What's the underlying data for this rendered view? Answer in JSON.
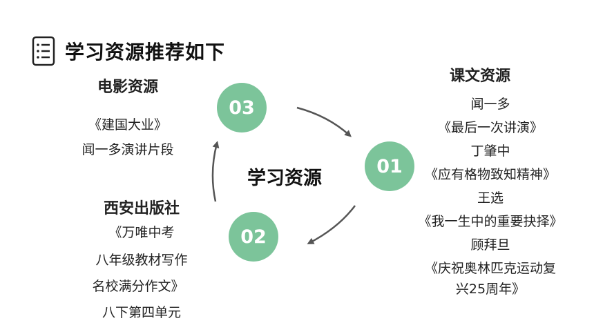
{
  "page": {
    "title": "学习资源推荐如下",
    "center_label": "学习资源",
    "accent_color": "#7cc49a"
  },
  "icons": {
    "title_icon": "list-document-icon"
  },
  "steps": [
    "01",
    "02",
    "03"
  ],
  "film": {
    "heading": "电影资源",
    "lines": [
      "《建国大业》",
      "闻一多演讲片段"
    ]
  },
  "publisher": {
    "heading": "西安出版社",
    "lines": [
      "《万唯中考",
      "八年级教材写作",
      "名校满分作文》",
      "八下第四单元"
    ]
  },
  "textbook": {
    "heading": "课文资源",
    "lines": [
      "闻一多",
      "《最后一次讲演》",
      "丁肇中",
      "《应有格物致知精神》",
      "王选",
      "《我一生中的重要抉择》",
      "顾拜旦",
      "《庆祝奥林匹克运动复",
      "兴25周年》"
    ]
  }
}
